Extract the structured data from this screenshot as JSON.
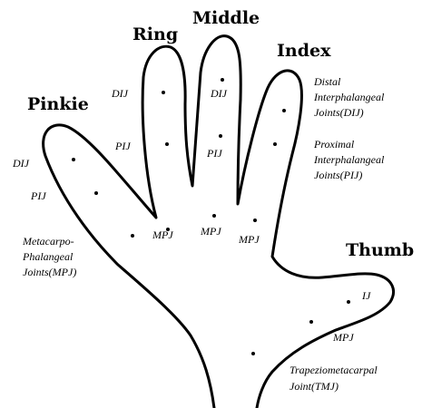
{
  "fingers": {
    "ring": "Ring",
    "middle": "Middle",
    "index": "Index",
    "pinkie": "Pinkie",
    "thumb": "Thumb"
  },
  "joint_labels": {
    "dij_ring": "DIJ",
    "dij_middle": "DIJ",
    "dij_pinkie": "DIJ",
    "pij_ring": "PIJ",
    "pij_middle": "PIJ",
    "pij_pinkie": "PIJ",
    "mpj_ring": "MPJ",
    "mpj_middle": "MPJ",
    "mpj_index": "MPJ",
    "mpj_thumb": "MPJ",
    "ij_thumb": "IJ"
  },
  "descriptions": {
    "dij": [
      "Distal",
      "Interphalangeal",
      "Joints(DIJ)"
    ],
    "pij": [
      "Proximal",
      "Interphalangeal",
      "Joints(PIJ)"
    ],
    "mpj": [
      "Metacarpo-",
      "Phalangeal",
      "Joints(MPJ)"
    ],
    "tmj": [
      "Trapeziometacarpal",
      "Joint(TMJ)"
    ]
  }
}
